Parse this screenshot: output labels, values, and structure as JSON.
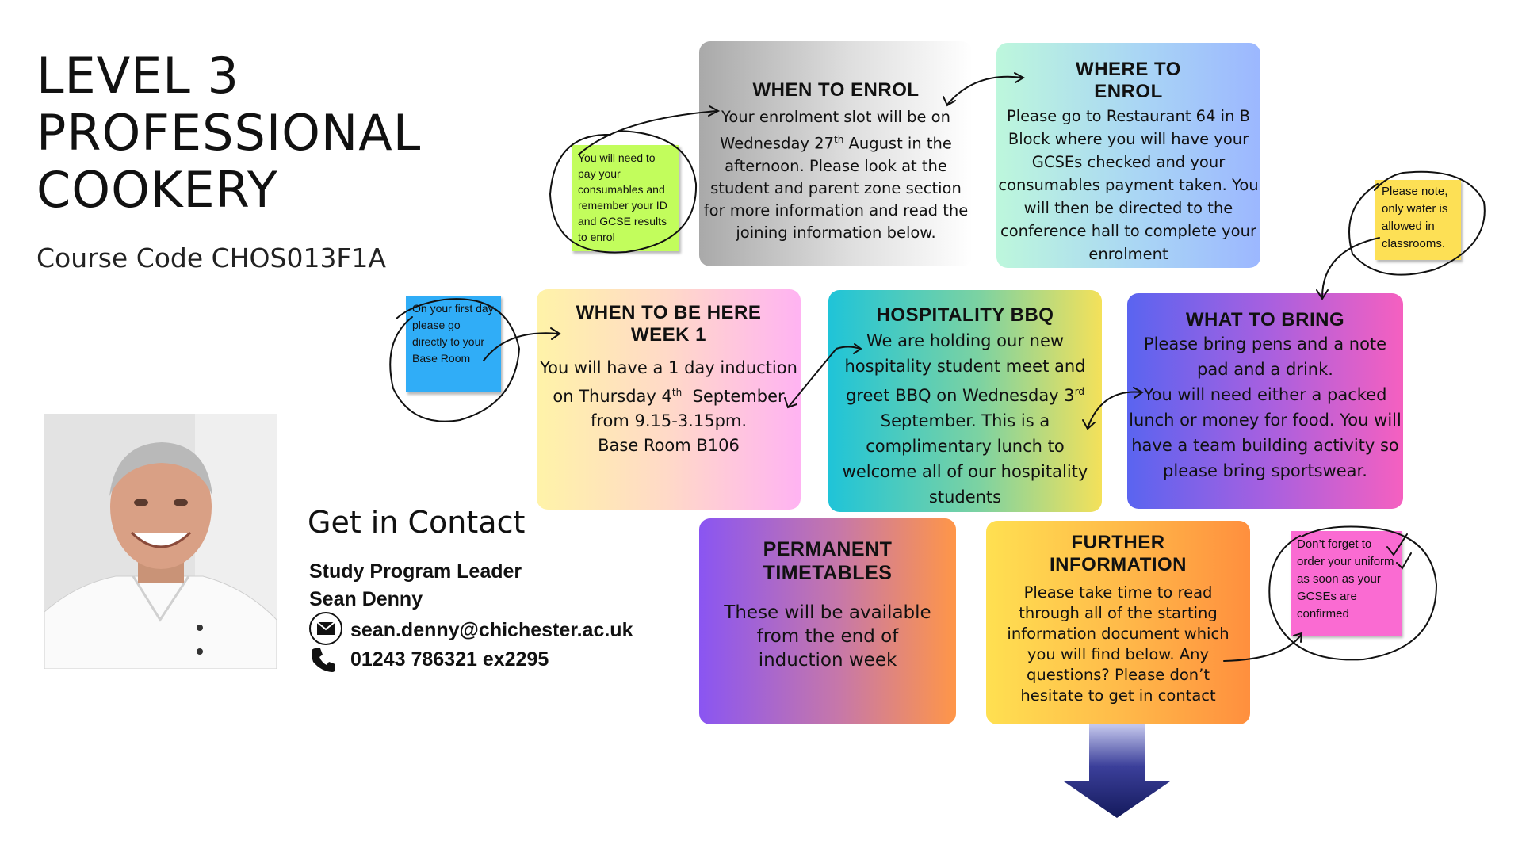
{
  "header": {
    "title_lines": [
      "LEVEL 3",
      "PROFESSIONAL",
      "COOKERY"
    ],
    "course_code": "Course Code CHOS013F1A"
  },
  "cards": {
    "when_to_enrol": {
      "title": "WHEN TO ENROL",
      "body_pre": "Your enrolment slot will be on Wednesday 27",
      "body_sup": "th",
      "body_post": " August in the afternoon. Please look at the student and parent zone section for more information and read the joining information below."
    },
    "where_to_enrol": {
      "title_line1": "WHERE TO",
      "title_line2": "ENROL",
      "body": "Please go to Restaurant 64 in B Block where you will have your GCSEs checked and your consumables payment taken. You will then be directed to the conference hall to complete your enrolment"
    },
    "when_to_be_here": {
      "title_line1": "WHEN TO BE HERE",
      "title_line2": "WEEK 1",
      "body_pre": "You will have a 1 day induction on Thursday 4",
      "body_sup": "th",
      "body_mid": "  September from 9.15-3.15pm.",
      "body_line2": "Base Room B106"
    },
    "hospitality_bbq": {
      "title": "HOSPITALITY BBQ",
      "body_pre": "We are holding our new hospitality student meet and greet BBQ on Wednesday 3",
      "body_sup": "rd",
      "body_post": " September. This is a complimentary lunch to welcome all of our hospitality students"
    },
    "what_to_bring": {
      "title": "WHAT TO BRING",
      "body_line1": "Please bring pens and a note pad and a drink.",
      "body_line2": "You will need either a packed lunch or money for food.  You will have a team building activity so please bring sportswear."
    },
    "permanent_timetables": {
      "title_line1": "PERMANENT",
      "title_line2": "TIMETABLES",
      "body": "These will be available from the end of induction week"
    },
    "further_information": {
      "title_line1": "FURTHER",
      "title_line2": "INFORMATION",
      "body": "Please take time to read through all of the starting information document which you will find below. Any questions? Please don’t hesitate to get in contact"
    }
  },
  "notes": {
    "pay": "You will need to pay your consumables and remember your ID and GCSE results to enrol",
    "first_day": "On your first day please go directly to your Base Room",
    "water": "Please note, only water is allowed in classrooms.",
    "uniform": "Don’t forget to order your uniform as soon as your GCSEs are confirmed"
  },
  "contact": {
    "heading": "Get in Contact",
    "role": "Study Program Leader",
    "name": "Sean Denny",
    "email": "sean.denny@chichester.ac.uk",
    "phone": "01243 786321 ex2295",
    "email_icon": "envelope-icon",
    "phone_icon": "phone-icon"
  },
  "colors": {
    "arrow": "#141a5c",
    "ink": "#111111"
  }
}
